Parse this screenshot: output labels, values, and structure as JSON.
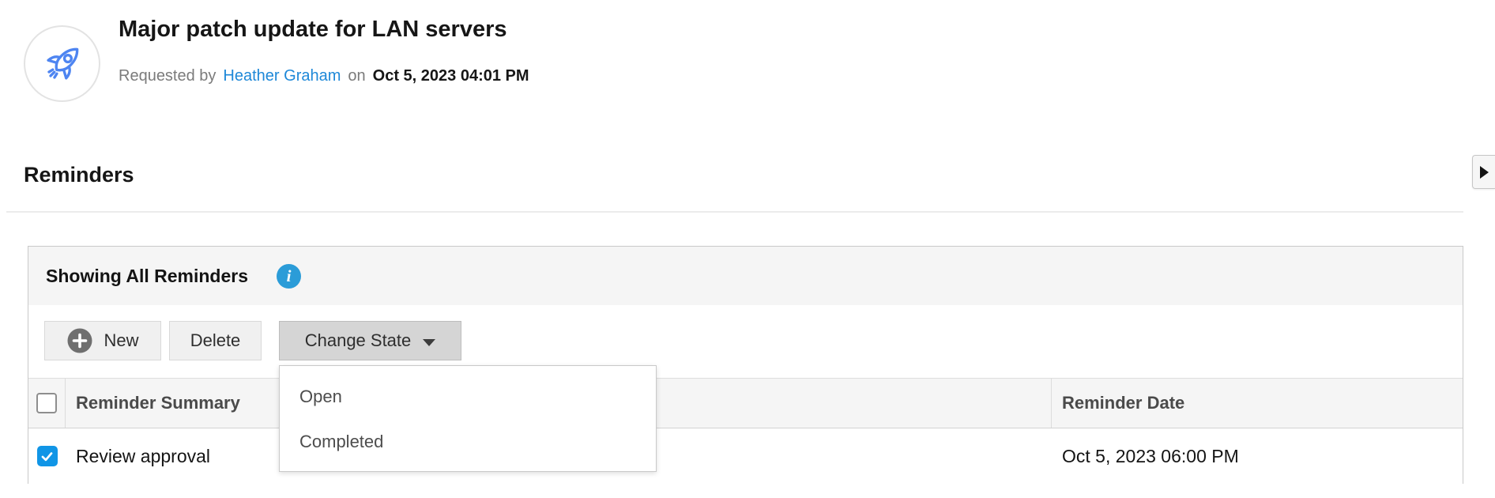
{
  "header": {
    "title": "Major patch update for LAN servers",
    "requested_by_label": "Requested by",
    "requester_name": "Heather Graham",
    "on_label": "on",
    "requested_date": "Oct 5, 2023 04:01 PM",
    "avatar_icon": "rocket-icon"
  },
  "section": {
    "title": "Reminders"
  },
  "panel": {
    "header": {
      "title": "Showing All Reminders",
      "info_icon": "info-icon"
    },
    "toolbar": {
      "new_label": "New",
      "delete_label": "Delete",
      "change_state_label": "Change State"
    },
    "dropdown": {
      "items": [
        {
          "label": "Open"
        },
        {
          "label": "Completed"
        }
      ]
    },
    "table": {
      "columns": [
        {
          "label": "Reminder Summary"
        },
        {
          "label": "Reminder Date"
        }
      ],
      "rows": [
        {
          "summary": "Review approval",
          "date": "Oct 5, 2023 06:00 PM",
          "checked": true
        }
      ]
    }
  },
  "colors": {
    "link_blue": "#1e88d8",
    "info_blue": "#2b9cd8",
    "checkbox_blue": "#1095e6",
    "rocket_blue": "#4e85f1",
    "panel_gray": "#f5f5f5",
    "active_button_gray": "#d5d5d5"
  }
}
